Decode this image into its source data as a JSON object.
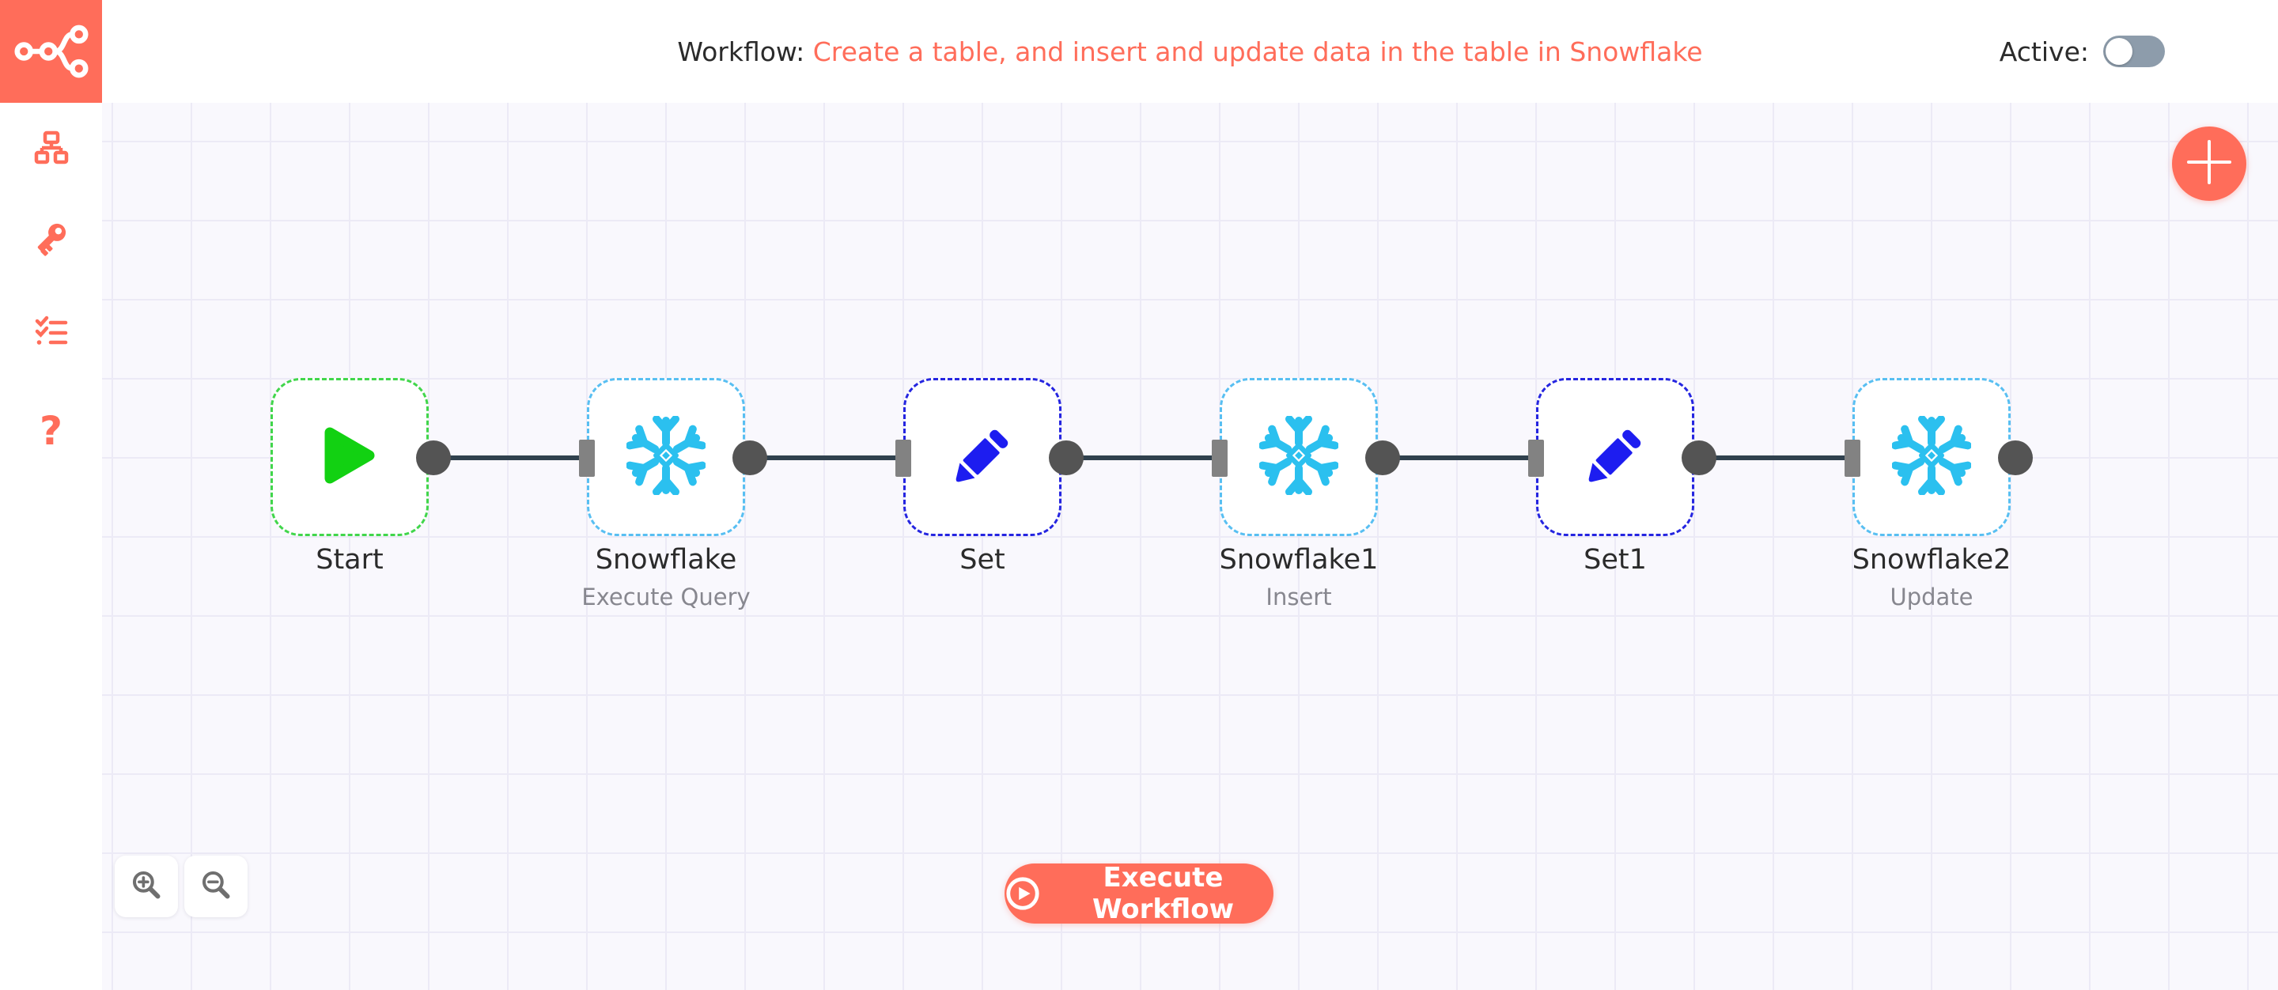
{
  "header": {
    "title_prefix": "Workflow: ",
    "title": "Create a table, and insert and update data in the table in Snowflake",
    "active_label": "Active:",
    "active_state": "off"
  },
  "sidebar": {
    "logo_icon": "n8n-logo",
    "collapse_icon": "chevron-right",
    "items": [
      {
        "icon": "workflows-icon"
      },
      {
        "icon": "credentials-icon"
      },
      {
        "icon": "executions-icon"
      },
      {
        "icon": "help-icon",
        "glyph": "?"
      }
    ]
  },
  "canvas": {
    "nodes": [
      {
        "label": "Start",
        "subtitle": "",
        "type": "start",
        "icon": "play-icon"
      },
      {
        "label": "Snowflake",
        "subtitle": "Execute Query",
        "type": "snowflake",
        "icon": "snowflake-icon"
      },
      {
        "label": "Set",
        "subtitle": "",
        "type": "set",
        "icon": "pencil-icon"
      },
      {
        "label": "Snowflake1",
        "subtitle": "Insert",
        "type": "snowflake",
        "icon": "snowflake-icon"
      },
      {
        "label": "Set1",
        "subtitle": "",
        "type": "set",
        "icon": "pencil-icon"
      },
      {
        "label": "Snowflake2",
        "subtitle": "Update",
        "type": "snowflake",
        "icon": "snowflake-icon"
      }
    ],
    "connections": [
      {
        "from": "Start",
        "to": "Snowflake"
      },
      {
        "from": "Snowflake",
        "to": "Set"
      },
      {
        "from": "Set",
        "to": "Snowflake1"
      },
      {
        "from": "Snowflake1",
        "to": "Set1"
      },
      {
        "from": "Set1",
        "to": "Snowflake2"
      }
    ]
  },
  "controls": {
    "execute_button": "Execute Workflow",
    "zoom_in_icon": "zoom-in",
    "zoom_out_icon": "zoom-out",
    "add_node_icon": "plus"
  },
  "colors": {
    "accent": "#ff6d5a",
    "snowflake_cyan": "#2bc0ef",
    "set_blue": "#1d1df0",
    "start_green": "#12d112",
    "connection": "#30414e",
    "toggle_track": "#8d9cab",
    "canvas_bg": "#f9f8fd",
    "grid_line": "#eceaf6"
  }
}
